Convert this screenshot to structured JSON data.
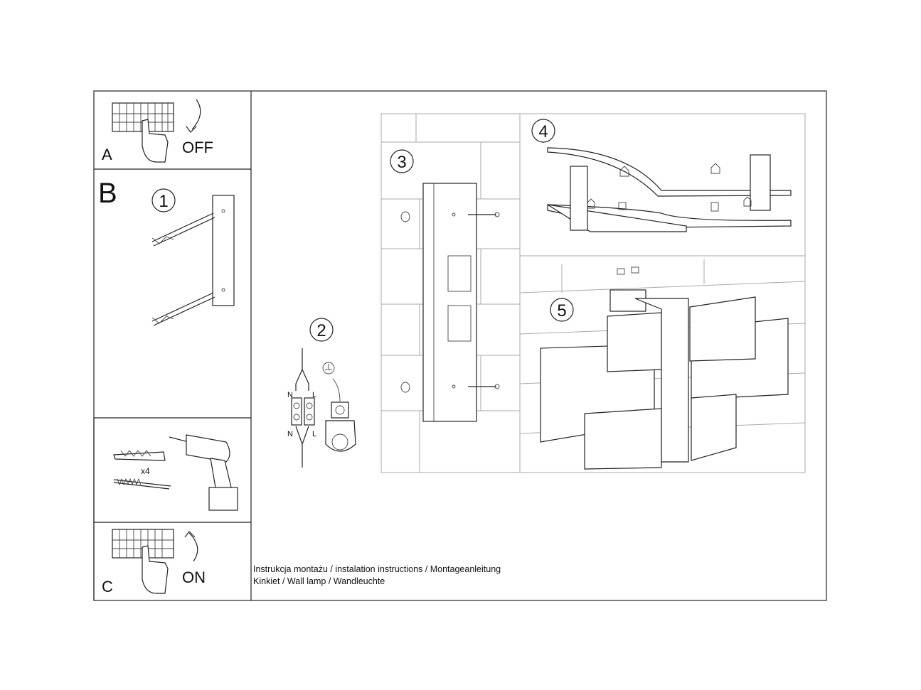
{
  "panels": {
    "a": {
      "letter": "A",
      "action": "OFF"
    },
    "b": {
      "letter": "B"
    },
    "c": {
      "letter": "C",
      "action": "ON"
    }
  },
  "steps": [
    "1",
    "2",
    "3",
    "4",
    "5"
  ],
  "wiring": {
    "top_n": "N",
    "top_l": "L",
    "bottom_n": "N",
    "bottom_l": "L"
  },
  "tools": {
    "quantity": "x4"
  },
  "footer": {
    "line1": "Instrukcja montażu / instalation instructions / Montageanleitung",
    "line2": "Kinkiet / Wall lamp / Wandleuchte"
  }
}
